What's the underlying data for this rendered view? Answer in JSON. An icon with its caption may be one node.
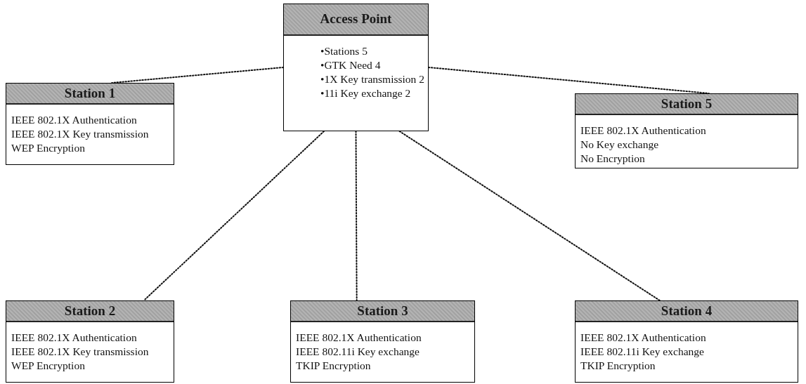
{
  "diagram": {
    "nodes": [
      {
        "text": [
          "Access Point",
          "•Stations 5",
          "•GTK Need 4",
          "•1X Key transmission 2",
          "•11i Key exchange 2"
        ]
      },
      {
        "text": [
          "Station 1",
          "IEEE 802.1X Authentication",
          "IEEE 802.1X Key transmission",
          "WEP Encryption"
        ]
      },
      {
        "text": [
          "Station 5",
          "IEEE 802.1X Authentication",
          "No Key exchange",
          "No Encryption"
        ]
      },
      {
        "text": [
          "Station 2",
          "IEEE 802.1X Authentication",
          "IEEE 802.1X Key transmission",
          "WEP Encryption"
        ]
      },
      {
        "text": [
          "Station 3",
          "IEEE 802.1X Authentication",
          "IEEE 802.11i Key exchange",
          "TKIP Encryption"
        ]
      },
      {
        "text": [
          "Station 4",
          "IEEE 802.1X Authentication",
          "IEEE 802.11i Key exchange",
          "TKIP Encryption"
        ]
      }
    ],
    "edges": [
      {
        "from": 0,
        "to": 1,
        "arrow": "none"
      },
      {
        "from": 0,
        "to": 2,
        "arrow": "none"
      },
      {
        "from": 0,
        "to": 3,
        "arrow": "none"
      },
      {
        "from": 0,
        "to": 4,
        "arrow": "none"
      },
      {
        "from": 0,
        "to": 5,
        "arrow": "none"
      }
    ]
  }
}
